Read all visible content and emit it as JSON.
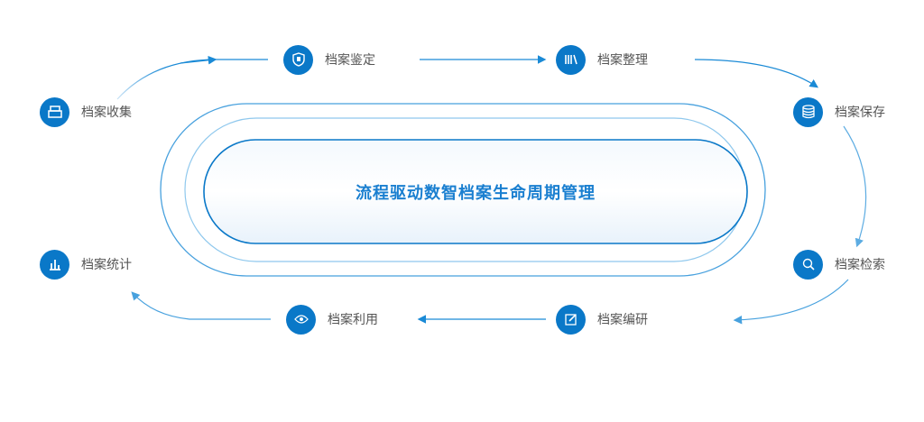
{
  "title": "流程驱动数智档案生命周期管理",
  "accent": "#0a78c8",
  "nodes": [
    {
      "label": "档案收集",
      "icon": "inbox-icon"
    },
    {
      "label": "档案鉴定",
      "icon": "shield-icon"
    },
    {
      "label": "档案整理",
      "icon": "books-icon"
    },
    {
      "label": "档案保存",
      "icon": "database-icon"
    },
    {
      "label": "档案检索",
      "icon": "search-icon"
    },
    {
      "label": "档案编研",
      "icon": "edit-icon"
    },
    {
      "label": "档案利用",
      "icon": "eye-icon"
    },
    {
      "label": "档案统计",
      "icon": "bar-chart-icon"
    }
  ]
}
